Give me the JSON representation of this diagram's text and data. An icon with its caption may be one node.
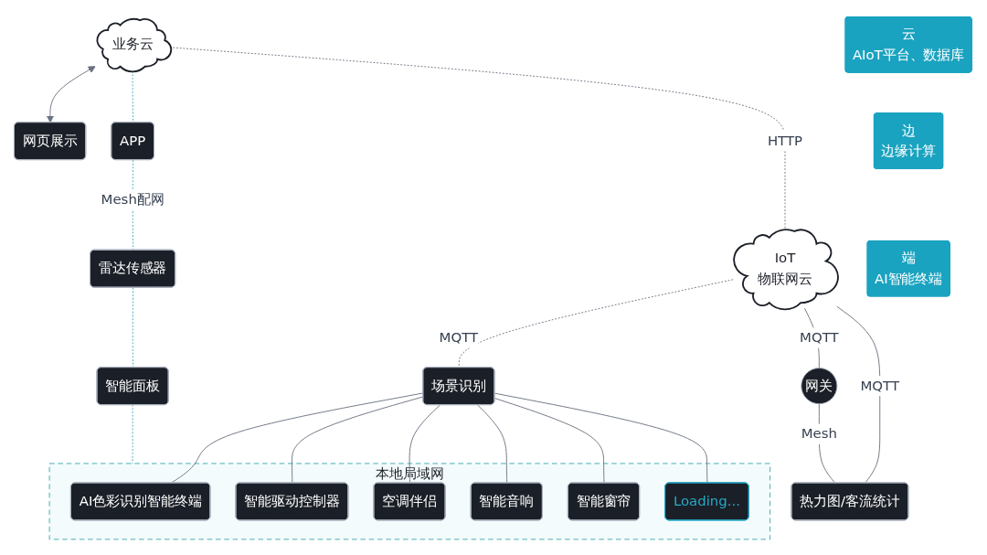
{
  "diagram": {
    "nodes": [
      {
        "text": [
          "业务云"
        ]
      },
      {
        "text": [
          "网页展示"
        ]
      },
      {
        "text": [
          "APP"
        ]
      },
      {
        "text": [
          "IoT",
          "物联网云"
        ]
      },
      {
        "text": [
          "网关"
        ]
      },
      {
        "text": [
          "场景识别"
        ]
      },
      {
        "text": [
          "热力图/客流统计"
        ]
      },
      {
        "text": [
          "雷达传感器"
        ]
      },
      {
        "text": [
          "智能面板"
        ]
      },
      {
        "text": [
          "本地局域网"
        ]
      },
      {
        "text": [
          "AI色彩识别智能终端"
        ],
        "in": 9
      },
      {
        "text": [
          "智能驱动控制器"
        ],
        "in": 9
      },
      {
        "text": [
          "空调伴侣"
        ],
        "in": 9
      },
      {
        "text": [
          "智能音响"
        ],
        "in": 9
      },
      {
        "text": [
          "智能窗帘"
        ],
        "in": 9
      },
      {
        "text": [
          "Loading..."
        ],
        "in": 9
      },
      {
        "text": [
          "云",
          "AIoT平台、数据库"
        ]
      },
      {
        "text": [
          "边",
          "边缘计算"
        ]
      },
      {
        "text": [
          "端",
          "AI智能终端"
        ]
      }
    ],
    "edges": [
      {
        "from": 0,
        "to": 1,
        "arrow": "both"
      },
      {
        "from": 0,
        "to": 2,
        "arrow": "none",
        "style": "dashed",
        "color": "#3aa8b8"
      },
      {
        "from": 0,
        "to": 3,
        "arrow": "none",
        "label": "HTTP",
        "style": "dashed"
      },
      {
        "from": 3,
        "to": 4,
        "arrow": "none",
        "label": "MQTT"
      },
      {
        "from": 3,
        "to": 5,
        "arrow": "none",
        "label": "MQTT",
        "style": "dashed"
      },
      {
        "from": 3,
        "to": 6,
        "arrow": "none",
        "label": "MQTT"
      },
      {
        "from": 2,
        "to": 7,
        "arrow": "none",
        "label": "Mesh配网",
        "style": "dashed",
        "color": "#3aa8b8"
      },
      {
        "from": 7,
        "to": 8,
        "arrow": "none",
        "style": "dashed",
        "color": "#3aa8b8"
      },
      {
        "from": 8,
        "to": 9,
        "arrow": "none",
        "style": "dashed",
        "color": "#3aa8b8"
      },
      {
        "from": 4,
        "to": 6,
        "arrow": "none",
        "label": "Mesh"
      },
      {
        "from": 5,
        "to": 10,
        "arrow": "none"
      },
      {
        "from": 5,
        "to": 11,
        "arrow": "none"
      },
      {
        "from": 5,
        "to": 12,
        "arrow": "none"
      },
      {
        "from": 5,
        "to": 13,
        "arrow": "none"
      },
      {
        "from": 5,
        "to": 14,
        "arrow": "none"
      },
      {
        "from": 5,
        "to": 15,
        "arrow": "none"
      }
    ]
  }
}
